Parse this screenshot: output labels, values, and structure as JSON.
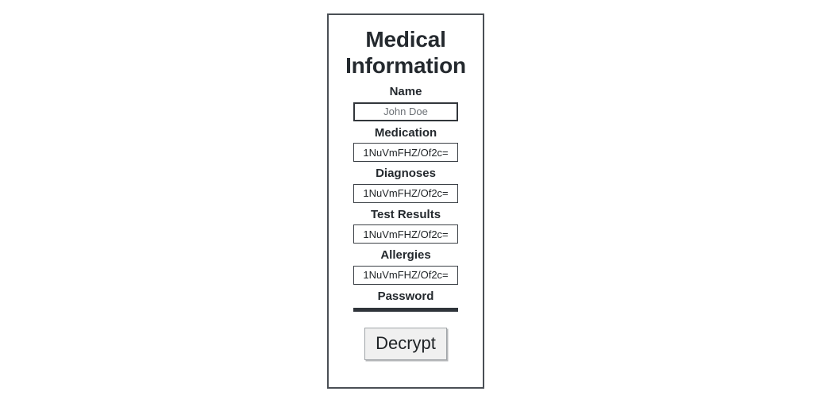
{
  "panel": {
    "title": "Medical Information",
    "fields": [
      {
        "label": "Name",
        "value": "John Doe",
        "style": "name"
      },
      {
        "label": "Medication",
        "value": "1NuVmFHZ/Of2c=",
        "style": "cipher"
      },
      {
        "label": "Diagnoses",
        "value": "1NuVmFHZ/Of2c=",
        "style": "cipher"
      },
      {
        "label": "Test Results",
        "value": "1NuVmFHZ/Of2c=",
        "style": "cipher"
      },
      {
        "label": "Allergies",
        "value": "1NuVmFHZ/Of2c=",
        "style": "cipher"
      }
    ],
    "password": {
      "label": "Password",
      "value": ""
    },
    "decrypt_label": "Decrypt"
  },
  "colors": {
    "panel_border": "#4a4f55",
    "text": "#24292e",
    "placeholder_text": "#6b7075",
    "cipher_text": "#1f2326",
    "password_bar": "#2f343a",
    "button_face": "#f0f0f0",
    "button_border": "#a0a4a8",
    "background": "#ffffff"
  }
}
